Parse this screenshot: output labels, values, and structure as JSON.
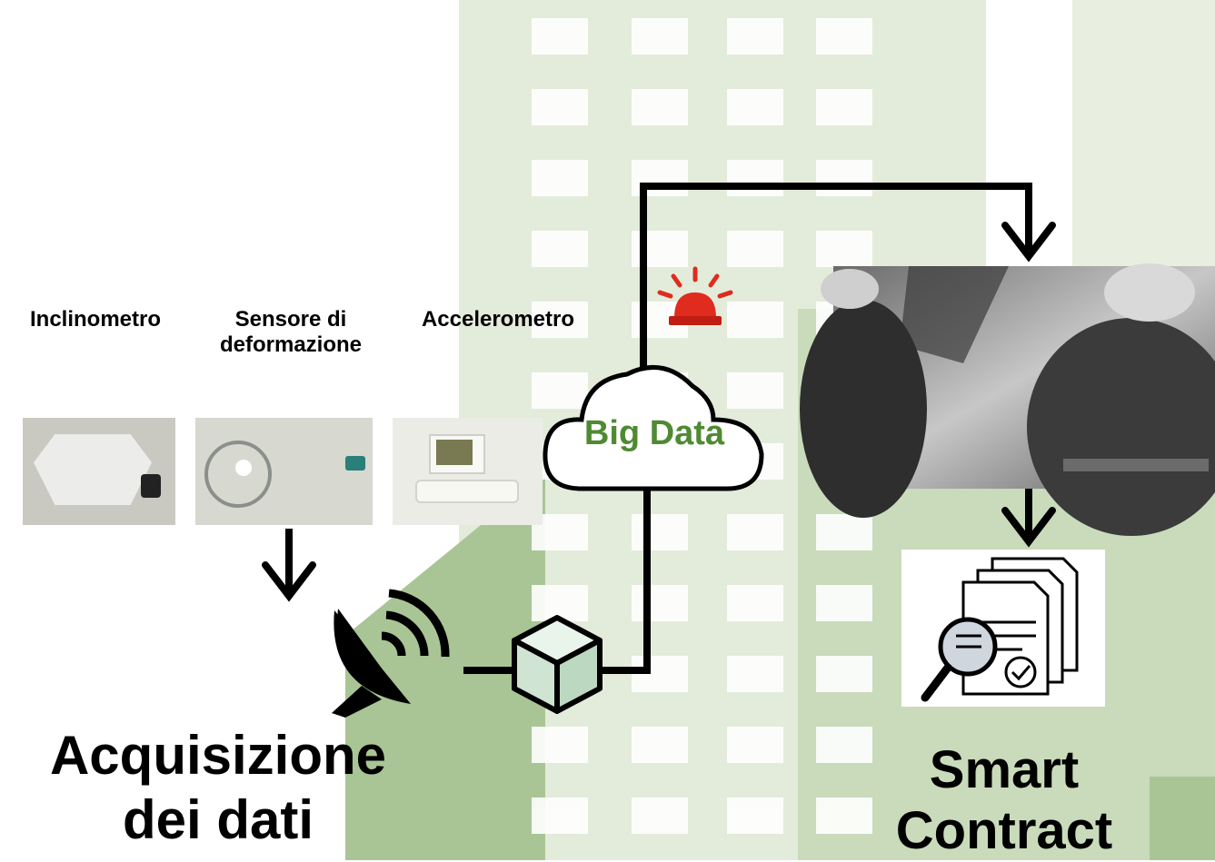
{
  "sensors": [
    {
      "name": "Inclinometro"
    },
    {
      "name": "Sensore di deformazione"
    },
    {
      "name": "Accelerometro"
    }
  ],
  "cloud_label": "Big Data",
  "acquisition": {
    "line1": "Acquisizione",
    "line2": "dei dati"
  },
  "smart_contract": {
    "line1": "Smart",
    "line2": "Contract"
  },
  "colors": {
    "building_light": "#dfe9d6",
    "building_dark": "#a9c596",
    "building_mid": "#c4d8b6",
    "cloud_text": "#4f8a33",
    "cube_fill": "#d8eadb",
    "alarm": "#e02b1f"
  },
  "icons": [
    "satellite-dish-icon",
    "cube-icon",
    "cloud-icon",
    "alarm-light-icon",
    "document-search-icon"
  ]
}
